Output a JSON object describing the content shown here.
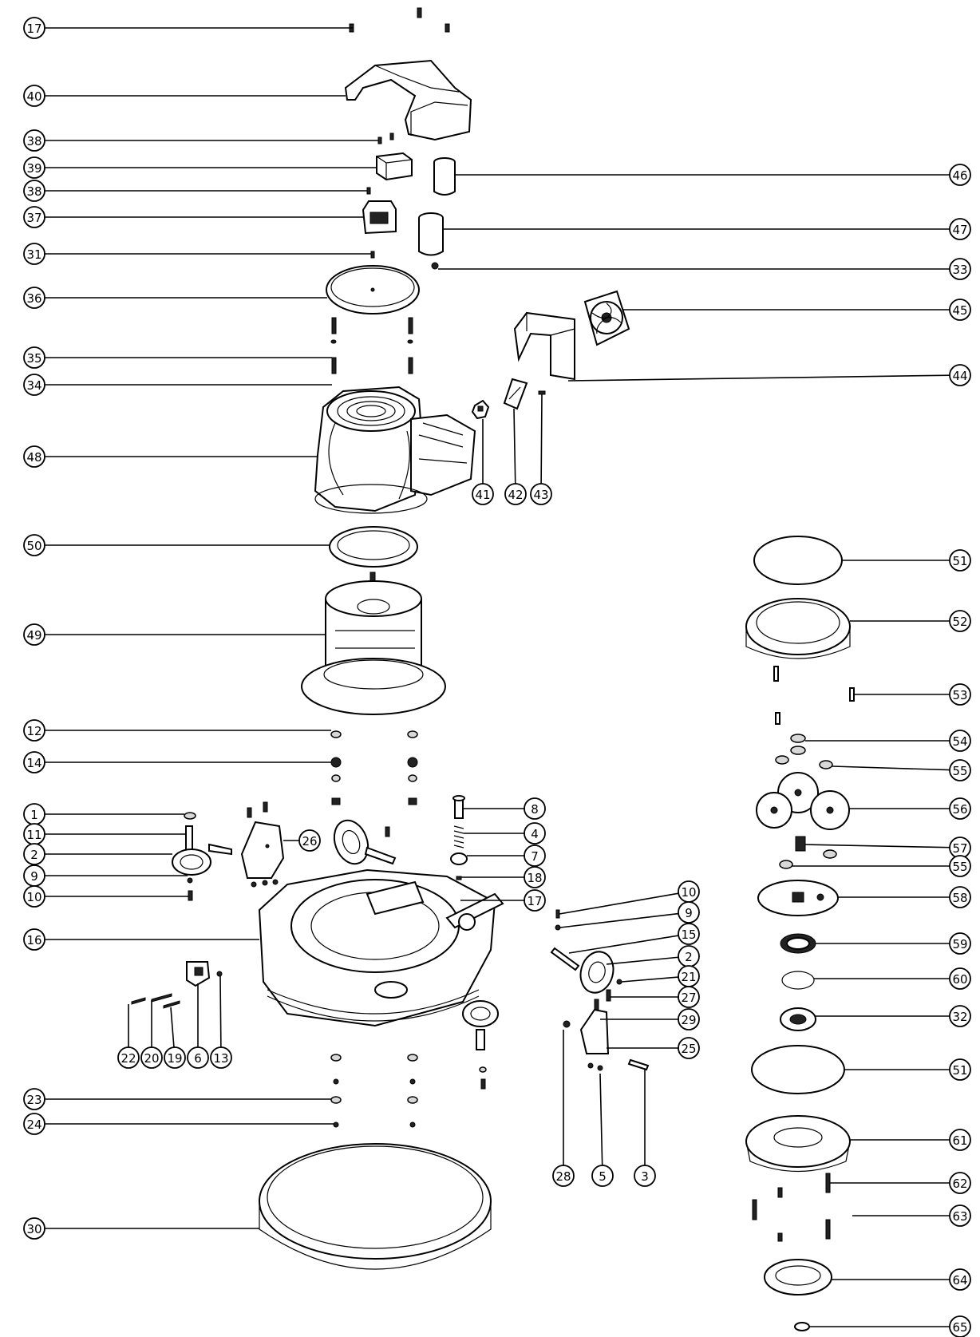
{
  "diagram": {
    "type": "exploded-parts-view",
    "callouts": [
      {
        "id": "c17a",
        "label": "17"
      },
      {
        "id": "c40",
        "label": "40"
      },
      {
        "id": "c38a",
        "label": "38"
      },
      {
        "id": "c39",
        "label": "39"
      },
      {
        "id": "c38b",
        "label": "38"
      },
      {
        "id": "c37",
        "label": "37"
      },
      {
        "id": "c31",
        "label": "31"
      },
      {
        "id": "c36",
        "label": "36"
      },
      {
        "id": "c35",
        "label": "35"
      },
      {
        "id": "c34",
        "label": "34"
      },
      {
        "id": "c48",
        "label": "48"
      },
      {
        "id": "c50",
        "label": "50"
      },
      {
        "id": "c49",
        "label": "49"
      },
      {
        "id": "c12",
        "label": "12"
      },
      {
        "id": "c14",
        "label": "14"
      },
      {
        "id": "c1",
        "label": "1"
      },
      {
        "id": "c11",
        "label": "11"
      },
      {
        "id": "c2a",
        "label": "2"
      },
      {
        "id": "c9a",
        "label": "9"
      },
      {
        "id": "c10a",
        "label": "10"
      },
      {
        "id": "c16",
        "label": "16"
      },
      {
        "id": "c23",
        "label": "23"
      },
      {
        "id": "c24",
        "label": "24"
      },
      {
        "id": "c30",
        "label": "30"
      },
      {
        "id": "c46",
        "label": "46"
      },
      {
        "id": "c47",
        "label": "47"
      },
      {
        "id": "c33",
        "label": "33"
      },
      {
        "id": "c45",
        "label": "45"
      },
      {
        "id": "c44",
        "label": "44"
      },
      {
        "id": "c41",
        "label": "41"
      },
      {
        "id": "c42",
        "label": "42"
      },
      {
        "id": "c43",
        "label": "43"
      },
      {
        "id": "c26",
        "label": "26"
      },
      {
        "id": "c8",
        "label": "8"
      },
      {
        "id": "c4",
        "label": "4"
      },
      {
        "id": "c7",
        "label": "7"
      },
      {
        "id": "c18",
        "label": "18"
      },
      {
        "id": "c17b",
        "label": "17"
      },
      {
        "id": "c10b",
        "label": "10"
      },
      {
        "id": "c9b",
        "label": "9"
      },
      {
        "id": "c15",
        "label": "15"
      },
      {
        "id": "c2b",
        "label": "2"
      },
      {
        "id": "c21",
        "label": "21"
      },
      {
        "id": "c27",
        "label": "27"
      },
      {
        "id": "c29",
        "label": "29"
      },
      {
        "id": "c25",
        "label": "25"
      },
      {
        "id": "c22",
        "label": "22"
      },
      {
        "id": "c20",
        "label": "20"
      },
      {
        "id": "c19",
        "label": "19"
      },
      {
        "id": "c6",
        "label": "6"
      },
      {
        "id": "c13",
        "label": "13"
      },
      {
        "id": "c28",
        "label": "28"
      },
      {
        "id": "c5",
        "label": "5"
      },
      {
        "id": "c3",
        "label": "3"
      },
      {
        "id": "c51a",
        "label": "51"
      },
      {
        "id": "c52",
        "label": "52"
      },
      {
        "id": "c53",
        "label": "53"
      },
      {
        "id": "c54",
        "label": "54"
      },
      {
        "id": "c55a",
        "label": "55"
      },
      {
        "id": "c56",
        "label": "56"
      },
      {
        "id": "c57",
        "label": "57"
      },
      {
        "id": "c55b",
        "label": "55"
      },
      {
        "id": "c58",
        "label": "58"
      },
      {
        "id": "c59",
        "label": "59"
      },
      {
        "id": "c60",
        "label": "60"
      },
      {
        "id": "c32",
        "label": "32"
      },
      {
        "id": "c51b",
        "label": "51"
      },
      {
        "id": "c61",
        "label": "61"
      },
      {
        "id": "c62",
        "label": "62"
      },
      {
        "id": "c63",
        "label": "63"
      },
      {
        "id": "c64",
        "label": "64"
      },
      {
        "id": "c65",
        "label": "65"
      }
    ]
  }
}
